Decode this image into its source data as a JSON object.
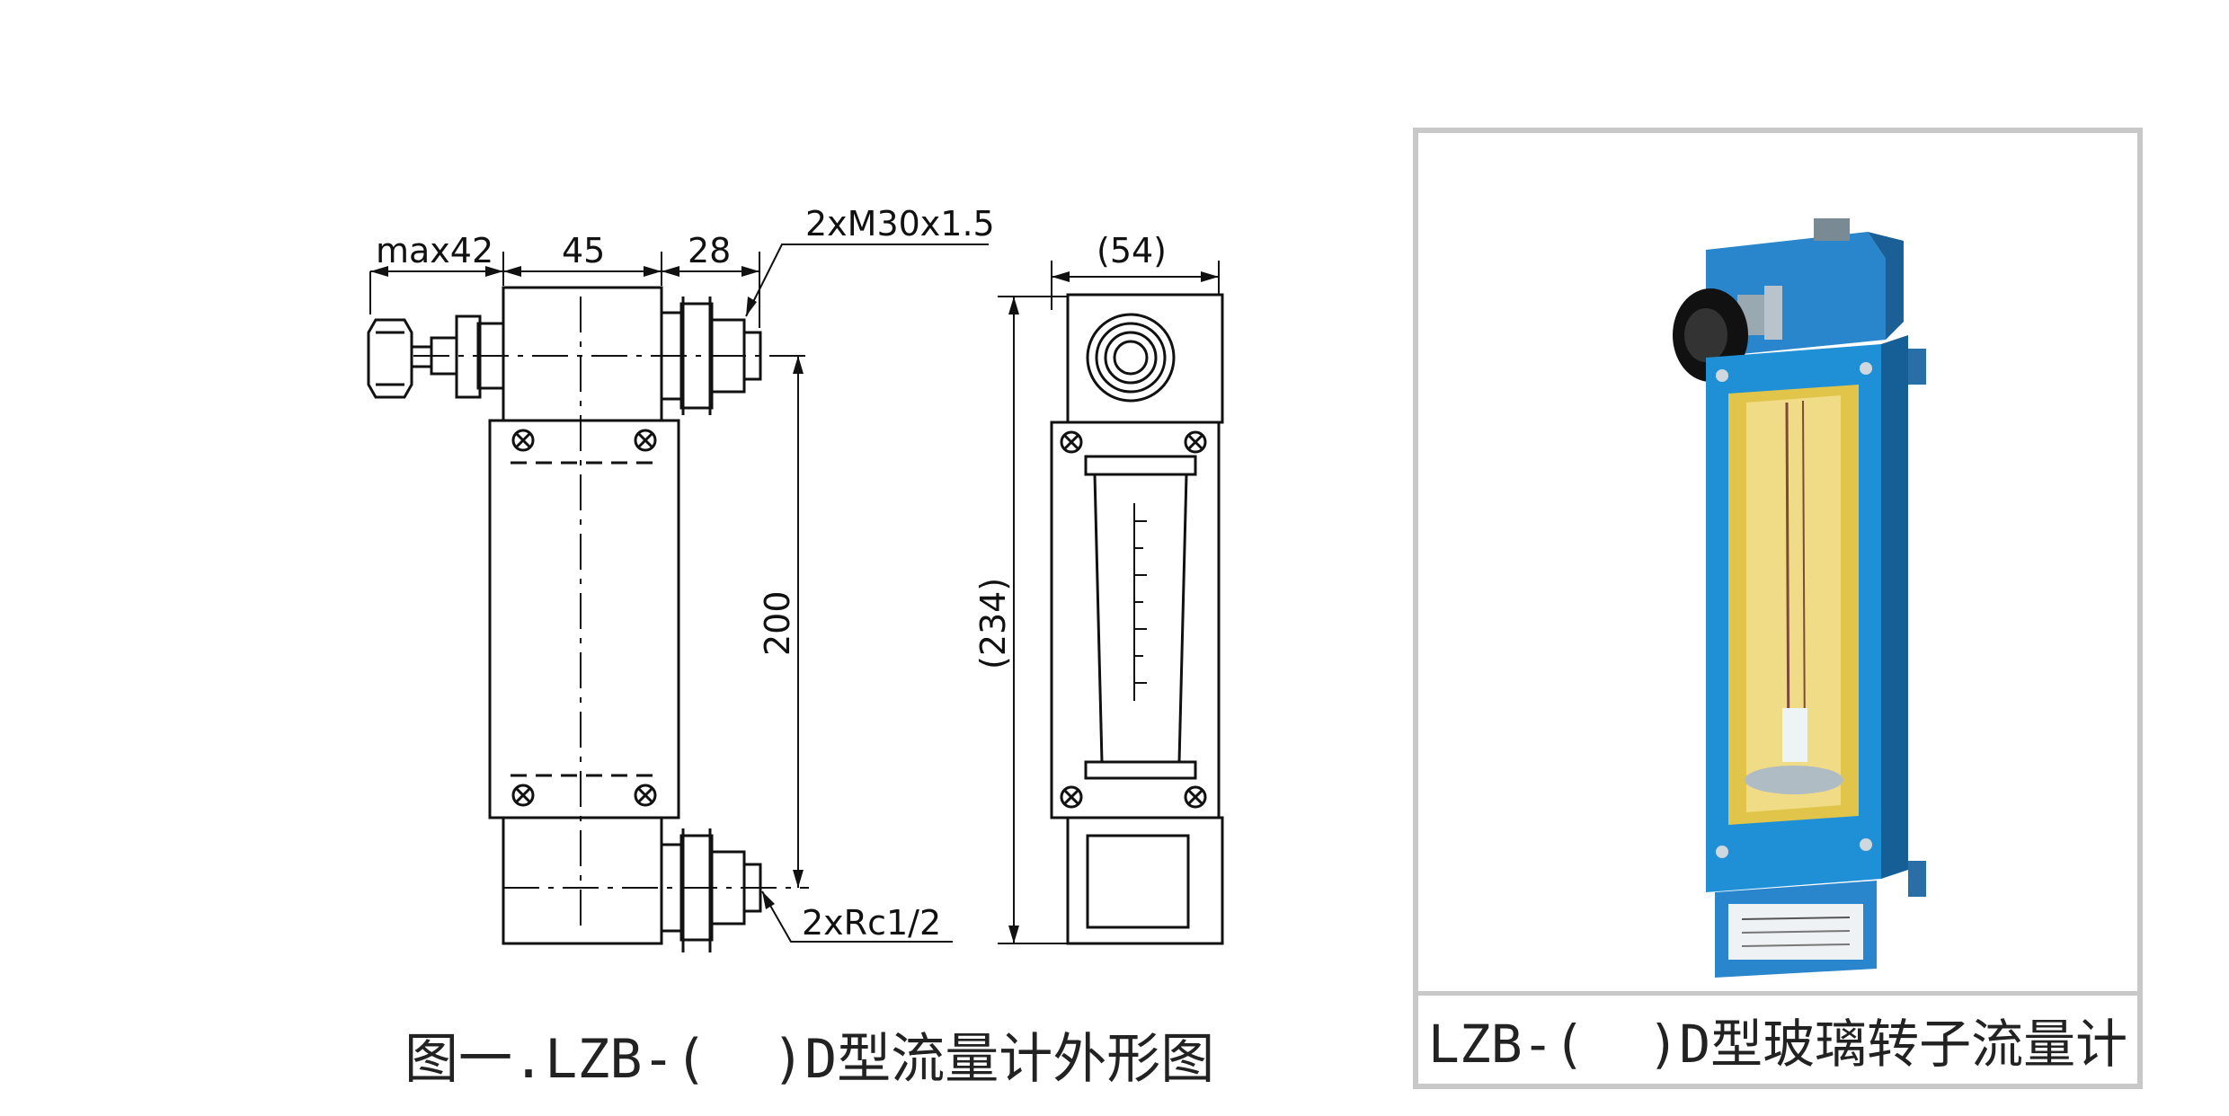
{
  "dimensions": {
    "knob_length": "max42",
    "body_width": "45",
    "fitting_width": "28",
    "thread_top": "2xM30x1.5",
    "side_width": "(54)",
    "center_distance": "200",
    "total_height": "(234)",
    "thread_bottom": "2xRc1/2"
  },
  "captions": {
    "drawing": "图一.LZB-(  )D型流量计外形图",
    "photo": "LZB-(  )D型玻璃转子流量计"
  },
  "colors": {
    "line": "#111111",
    "frame": "#c8c8c8",
    "device_blue": "#1f8fd6",
    "tube_yellow": "#e0c54a"
  }
}
